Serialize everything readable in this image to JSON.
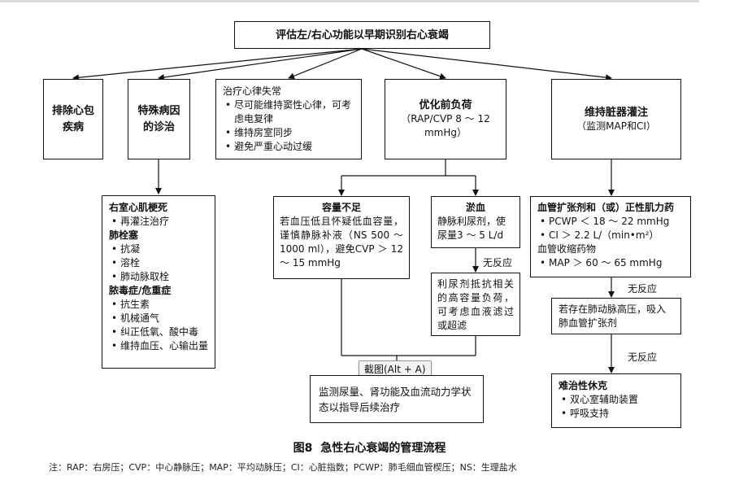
{
  "top": "评估左/右心功能以早期识别右心衰竭",
  "row1": {
    "a": [
      "排除心包",
      "疾病"
    ],
    "b": [
      "特殊病因",
      "的诊治"
    ],
    "c": {
      "title": "治疗心律失常",
      "items": [
        "尽可能维持窦性心律，可考虑电复律",
        "维持房室同步",
        "避免严重心动过缓"
      ]
    },
    "d": {
      "title": "优化前负荷",
      "sub": "（RAP/CVP 8 ～ 12 mmHg）"
    },
    "e": {
      "title": "维持脏器灌注",
      "sub": "（监测MAP和CI）"
    }
  },
  "special": {
    "g1": "右室心肌梗死",
    "g1_items": [
      "再灌注治疗"
    ],
    "g2": "肺栓塞",
    "g2_items": [
      "抗凝",
      "溶栓",
      "肺动脉取栓"
    ],
    "g3": "脓毒症/危重症",
    "g3_items": [
      "抗生素",
      "机械通气",
      "纠正低氧、酸中毒",
      "维持血压、心输出量"
    ]
  },
  "volume_low": {
    "title": "容量不足",
    "body": "若血压低且怀疑低血容量，谨慎静脉补液（NS 500 ～ 1000 ml），避免CVP ＞ 12 ～ 15 mmHg"
  },
  "congestion": {
    "title": "淤血",
    "body": "静脉利尿剂，使尿量3 ～ 5 L/d"
  },
  "no_response_1": "无反应",
  "diuretic_resist": "利尿剂抵抗相关的高容量负荷，可考虑血液滤过或超滤",
  "screenshot_tip": "截图(Alt + A)",
  "monitor": "监测尿量、肾功能及血流动力学状态以指导后续治疗",
  "vaso": {
    "title": "血管扩张剂和（或）正性肌力药",
    "items1": [
      "PCWP ＜ 18 ～ 22 mmHg",
      "CI ＞ 2.2 L/（min•m²）"
    ],
    "mid": "血管收缩药物",
    "items2": [
      "MAP ＞ 60 ～ 65 mmHg"
    ]
  },
  "no_response_2": "无反应",
  "pulm_htn": "若存在肺动脉高压，吸入肺血管扩张剂",
  "no_response_3": "无反应",
  "refractory": {
    "title": "难治性休克",
    "items": [
      "双心室辅助装置",
      "呼吸支持"
    ]
  },
  "caption": {
    "num": "图8",
    "text": "急性右心衰竭的管理流程"
  },
  "footnote": "注：RAP：右房压；CVP：中心静脉压；MAP：平均动脉压；CI：心脏指数；PCWP：肺毛细血管楔压；NS：生理盐水"
}
